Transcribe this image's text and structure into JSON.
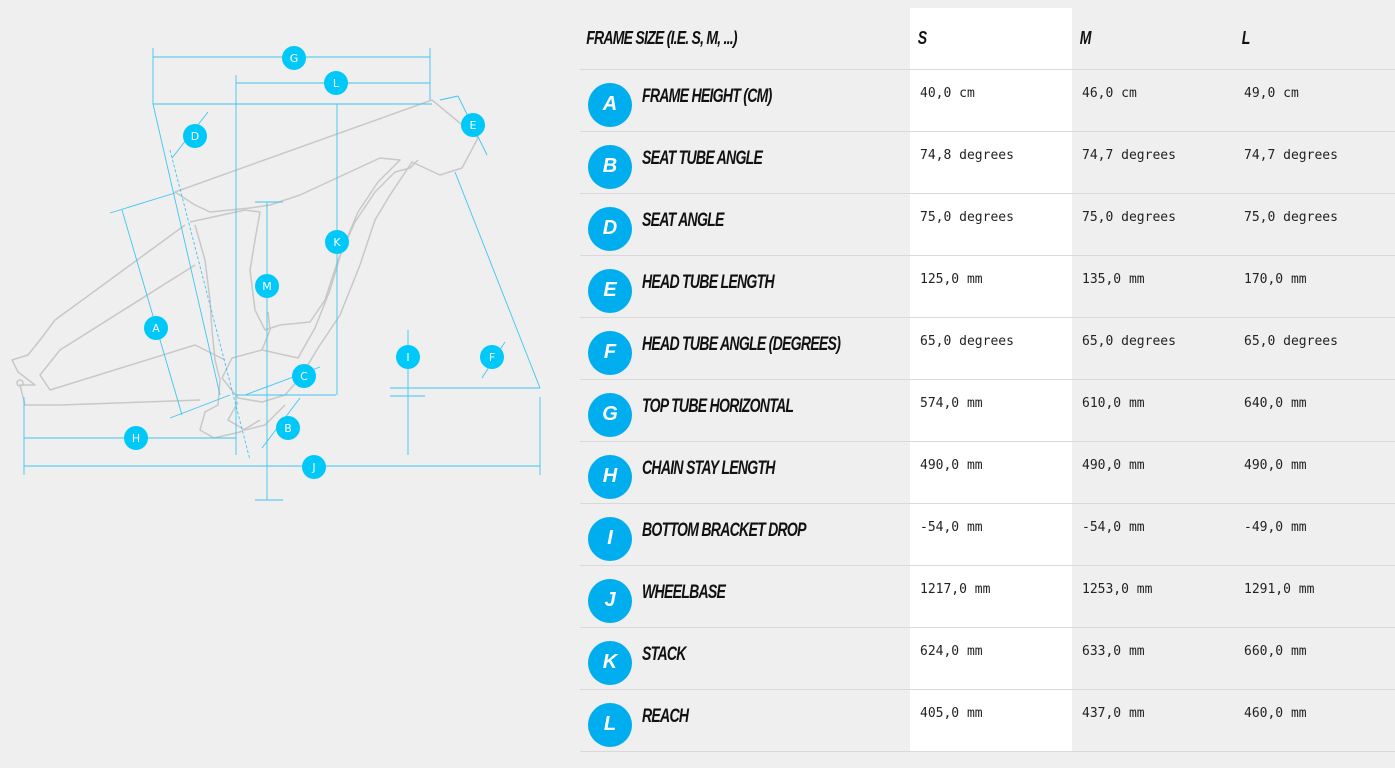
{
  "table": {
    "header_label": "FRAME SIZE (I.E. S, M, ...)",
    "sizes": [
      "S",
      "M",
      "L"
    ],
    "rows": [
      {
        "letter": "A",
        "label": "FRAME HEIGHT (CM)",
        "values": [
          "40,0 cm",
          "46,0 cm",
          "49,0 cm"
        ]
      },
      {
        "letter": "B",
        "label": "SEAT TUBE ANGLE",
        "values": [
          "74,8 degrees",
          "74,7 degrees",
          "74,7 degrees"
        ]
      },
      {
        "letter": "D",
        "label": "SEAT ANGLE",
        "values": [
          "75,0 degrees",
          "75,0 degrees",
          "75,0 degrees"
        ]
      },
      {
        "letter": "E",
        "label": "HEAD TUBE LENGTH",
        "values": [
          "125,0 mm",
          "135,0 mm",
          "170,0 mm"
        ]
      },
      {
        "letter": "F",
        "label": "HEAD TUBE ANGLE (DEGREES)",
        "values": [
          "65,0 degrees",
          "65,0 degrees",
          "65,0 degrees"
        ]
      },
      {
        "letter": "G",
        "label": "TOP TUBE HORIZONTAL",
        "values": [
          "574,0 mm",
          "610,0 mm",
          "640,0 mm"
        ]
      },
      {
        "letter": "H",
        "label": "CHAIN STAY LENGTH",
        "values": [
          "490,0 mm",
          "490,0 mm",
          "490,0 mm"
        ]
      },
      {
        "letter": "I",
        "label": "BOTTOM BRACKET DROP",
        "values": [
          "-54,0 mm",
          "-54,0 mm",
          "-49,0 mm"
        ]
      },
      {
        "letter": "J",
        "label": "WHEELBASE",
        "values": [
          "1217,0 mm",
          "1253,0 mm",
          "1291,0 mm"
        ]
      },
      {
        "letter": "K",
        "label": "STACK",
        "values": [
          "624,0 mm",
          "633,0 mm",
          "660,0 mm"
        ]
      },
      {
        "letter": "L",
        "label": "REACH",
        "values": [
          "405,0 mm",
          "437,0 mm",
          "460,0 mm"
        ]
      }
    ]
  },
  "diagram": {
    "markers": [
      "G",
      "L",
      "D",
      "E",
      "K",
      "M",
      "A",
      "I",
      "F",
      "C",
      "B",
      "H",
      "J"
    ]
  },
  "colors": {
    "accent": "#00aeef",
    "background": "#efefef",
    "highlight_column": "#ffffff",
    "frame_outline": "#c8c8c8",
    "dimension_line": "#3fc5f0"
  }
}
